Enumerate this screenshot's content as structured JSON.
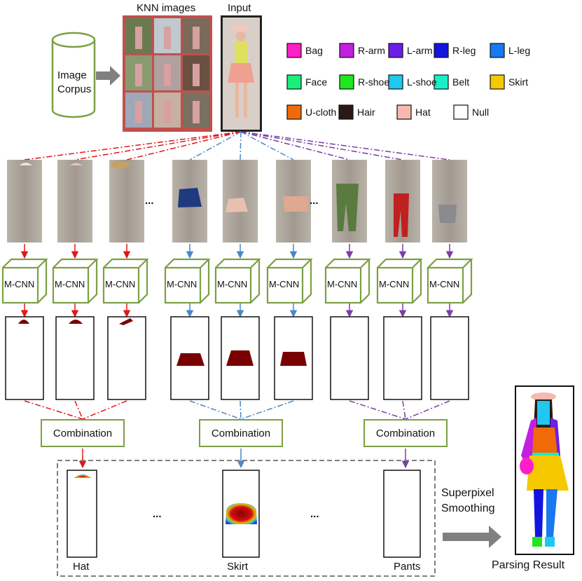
{
  "labels": {
    "knn_images": "KNN images",
    "input": "Input",
    "image_corpus_line1": "Image",
    "image_corpus_line2": "Corpus",
    "mcnn": "M-CNN",
    "combination": "Combination",
    "ellipsis": "...",
    "superpixel_line1": "Superpixel",
    "superpixel_line2": "Smoothing",
    "parsing_result": "Parsing Result"
  },
  "outputs": [
    "Hat",
    "Skirt",
    "Pants"
  ],
  "legend": [
    {
      "name": "Bag",
      "color": "#ff1fc8"
    },
    {
      "name": "R-arm",
      "color": "#c21fe0"
    },
    {
      "name": "L-arm",
      "color": "#6b1fe6"
    },
    {
      "name": "R-leg",
      "color": "#1414e0"
    },
    {
      "name": "L-leg",
      "color": "#1a78f0"
    },
    {
      "name": "Face",
      "color": "#19f07a"
    },
    {
      "name": "R-shoe",
      "color": "#1fe61f"
    },
    {
      "name": "L-shoe",
      "color": "#1ec8f0"
    },
    {
      "name": "Belt",
      "color": "#19f0c8"
    },
    {
      "name": "Skirt",
      "color": "#f5c800"
    },
    {
      "name": "U-cloth",
      "color": "#f06a0a"
    },
    {
      "name": "Hair",
      "color": "#2a1a14"
    },
    {
      "name": "Hat",
      "color": "#f7b8b0"
    },
    {
      "name": "Null",
      "color": "#ffffff"
    }
  ],
  "colors": {
    "red": "#e01818",
    "blue": "#4a86c8",
    "purple": "#7a3ea8",
    "green_box": "#7ba043",
    "corpus_frame": "#c0504d",
    "dark_red": "#7a0000"
  }
}
